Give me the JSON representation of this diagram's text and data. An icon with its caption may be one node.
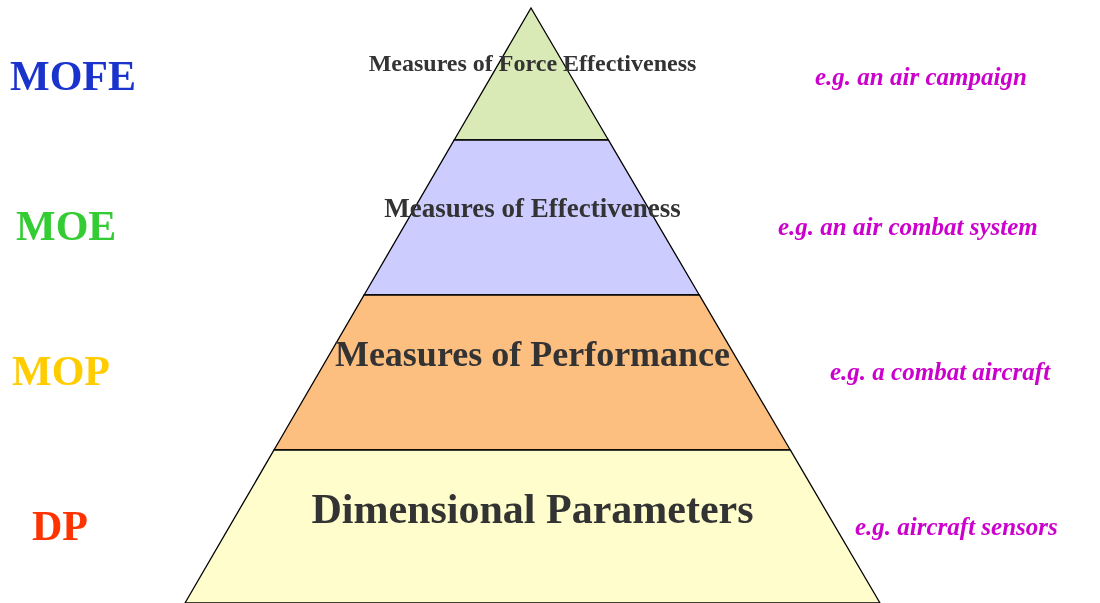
{
  "diagram": {
    "nodes": [
      {
        "text": [
          "Measures of Force Effectiveness"
        ]
      },
      {
        "text": [
          "Measures of Effectiveness"
        ]
      },
      {
        "text": [
          "Measures of Performance"
        ]
      },
      {
        "text": [
          "Dimensional Parameters"
        ]
      }
    ],
    "edges": [],
    "labels": [
      "MOFE",
      "e.g. an air campaign",
      "MOE",
      "e.g. an air combat system",
      "MOP",
      "e.g. a combat aircraft",
      "DP",
      "e.g. aircraft sensors"
    ]
  }
}
